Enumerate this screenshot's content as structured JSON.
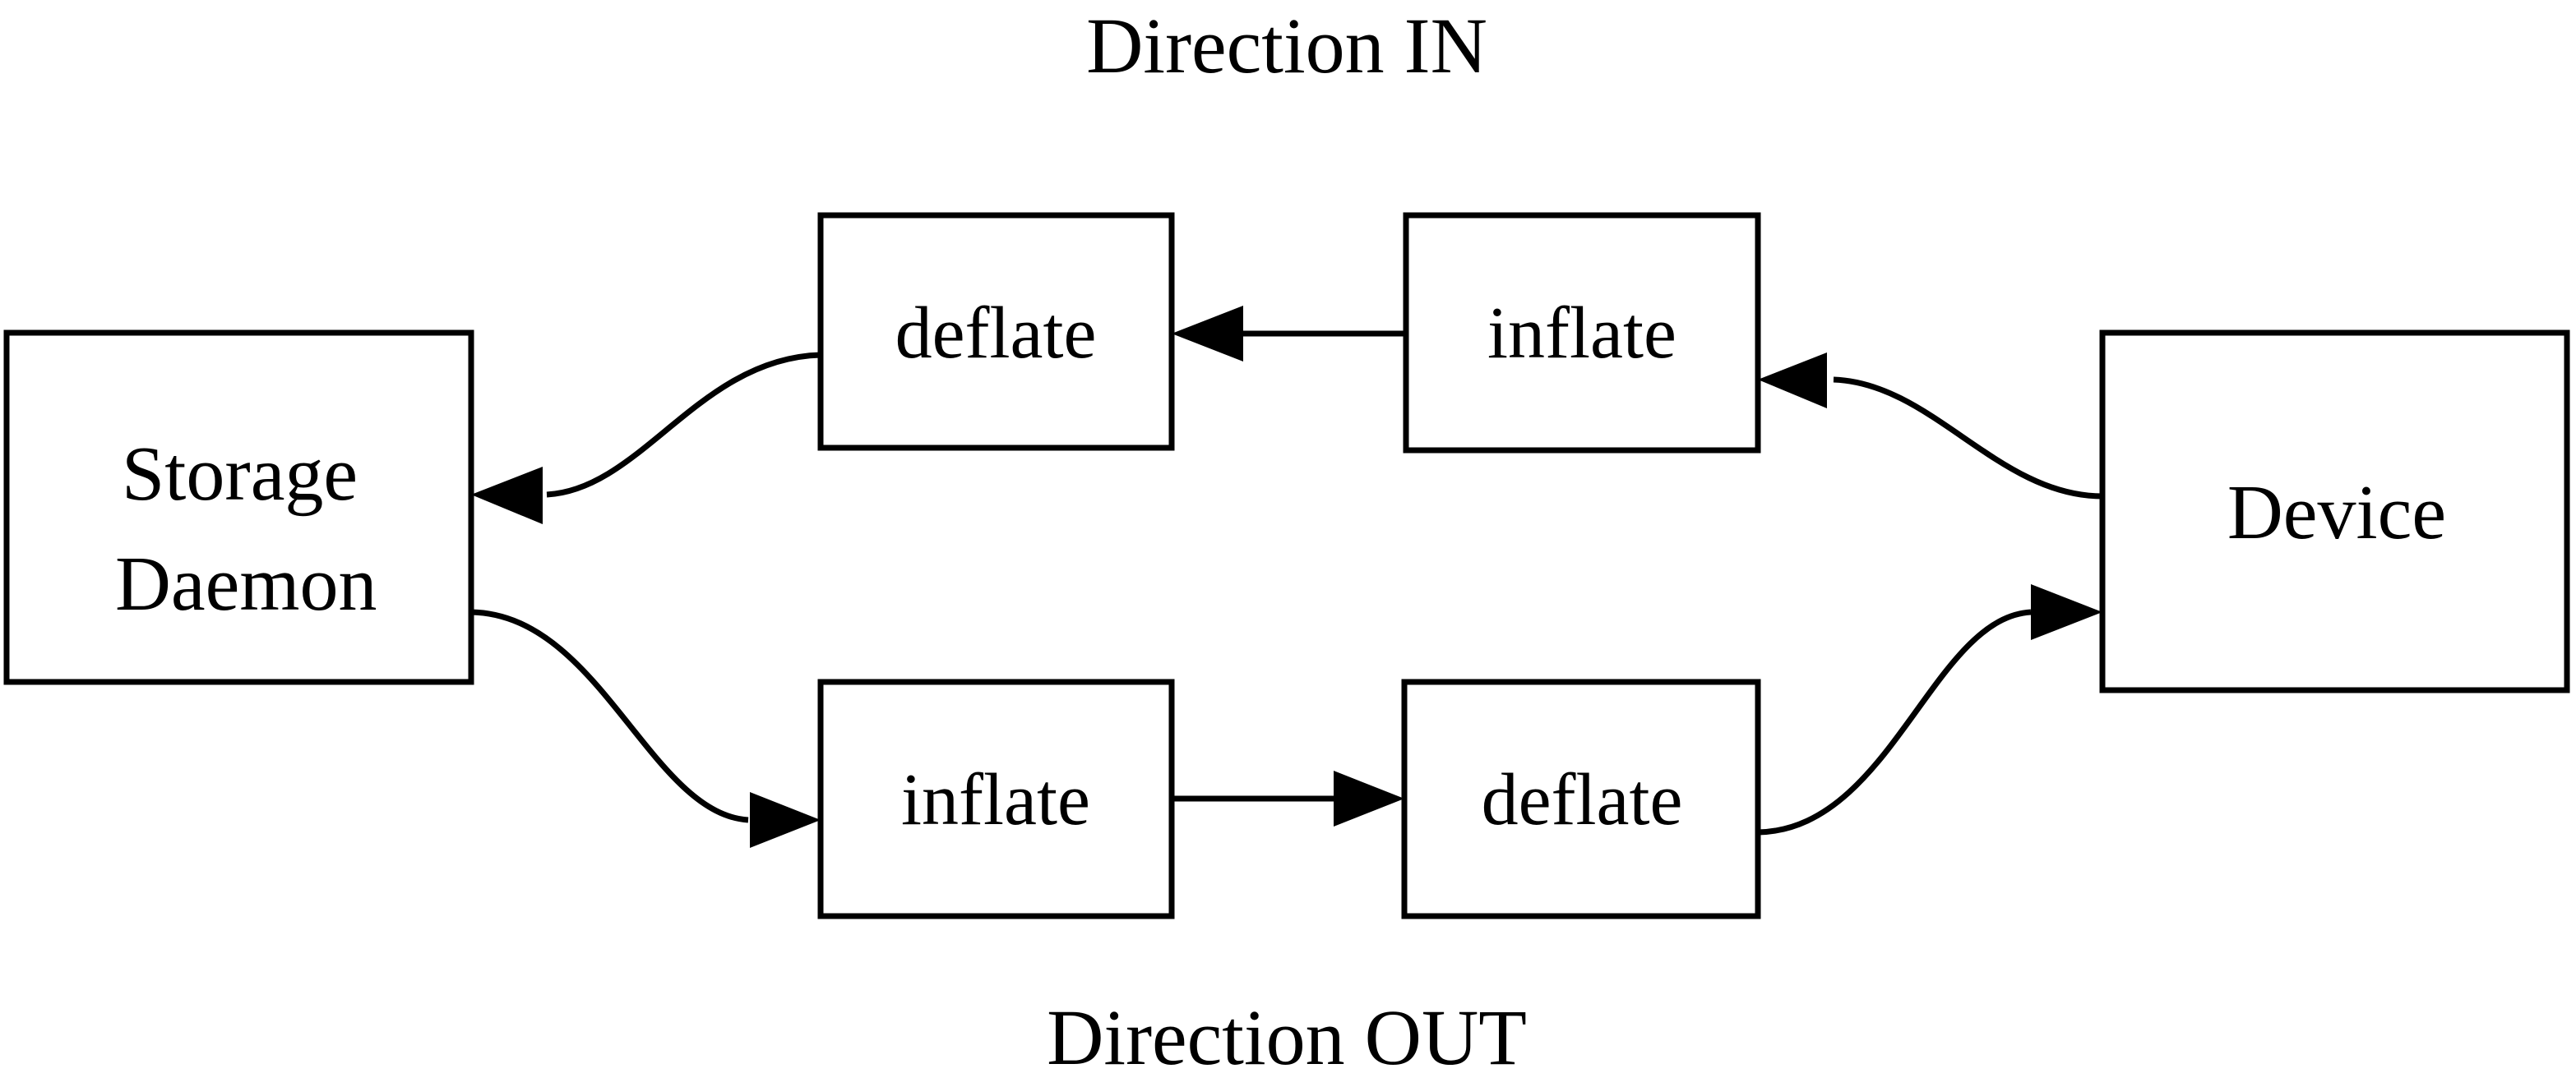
{
  "diagram": {
    "title_top": "Direction IN",
    "title_bottom": "Direction OUT",
    "background_color": "#ffffff",
    "stroke_color": "#000000",
    "nodes": {
      "storage_daemon": {
        "line1": "Storage",
        "line2": "Daemon"
      },
      "top_deflate": {
        "label": "deflate"
      },
      "top_inflate": {
        "label": "inflate"
      },
      "device": {
        "label": "Device"
      },
      "bottom_inflate": {
        "label": "inflate"
      },
      "bottom_deflate": {
        "label": "deflate"
      }
    },
    "edges": [
      {
        "id": "device-to-top-inflate",
        "from": "Device",
        "to": "inflate",
        "direction": "IN",
        "style": "curved"
      },
      {
        "id": "top-inflate-to-top-deflate",
        "from": "inflate",
        "to": "deflate",
        "direction": "IN",
        "style": "straight"
      },
      {
        "id": "top-deflate-to-storage-daemon",
        "from": "deflate",
        "to": "Storage Daemon",
        "direction": "IN",
        "style": "curved"
      },
      {
        "id": "storage-daemon-to-bottom-inflate",
        "from": "Storage Daemon",
        "to": "inflate",
        "direction": "OUT",
        "style": "curved"
      },
      {
        "id": "bottom-inflate-to-bottom-deflate",
        "from": "inflate",
        "to": "deflate",
        "direction": "OUT",
        "style": "straight"
      },
      {
        "id": "bottom-deflate-to-device",
        "from": "deflate",
        "to": "Device",
        "direction": "OUT",
        "style": "curved"
      }
    ]
  }
}
